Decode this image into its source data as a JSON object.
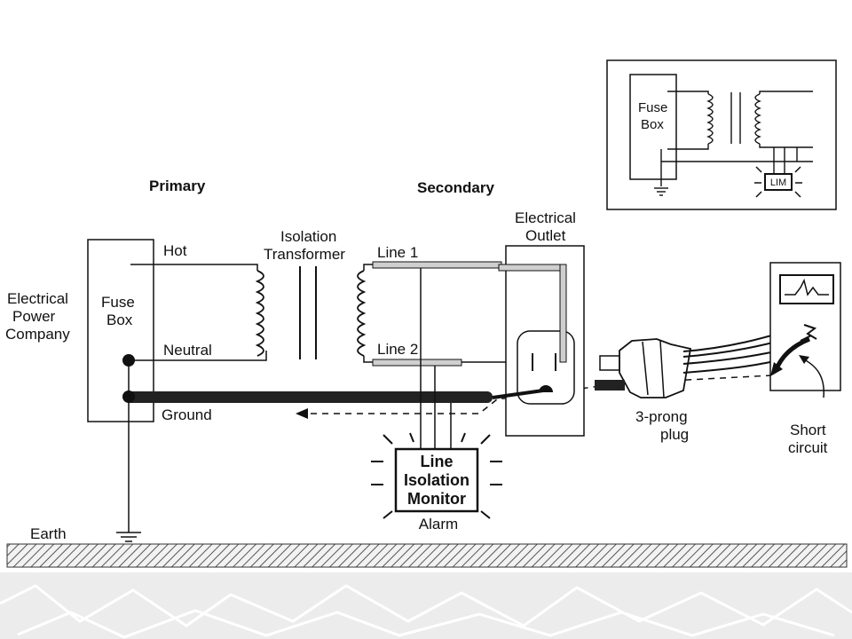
{
  "headings": {
    "primary": "Primary",
    "secondary": "Secondary"
  },
  "power_company": [
    "Electrical",
    "Power",
    "Company"
  ],
  "fuse_box": [
    "Fuse",
    "Box"
  ],
  "wires": {
    "hot": "Hot",
    "neutral": "Neutral",
    "ground": "Ground",
    "line1": "Line 1",
    "line2": "Line 2"
  },
  "transformer": [
    "Isolation",
    "Transformer"
  ],
  "outlet": [
    "Electrical",
    "Outlet"
  ],
  "monitor": {
    "lines": [
      "Line",
      "Isolation",
      "Monitor"
    ],
    "alarm": "Alarm"
  },
  "plug": [
    "3-prong",
    "plug"
  ],
  "short": [
    "Short",
    "circuit"
  ],
  "earth": "Earth",
  "inset": {
    "fuse_box": [
      "Fuse",
      "Box"
    ],
    "lim": "LIM"
  },
  "colors": {
    "line": "#111111",
    "wire_fill": "#cfcfcf",
    "ground_wire": "#222222",
    "earth_hatch": "#555555",
    "footer_bg": "#ececec"
  }
}
